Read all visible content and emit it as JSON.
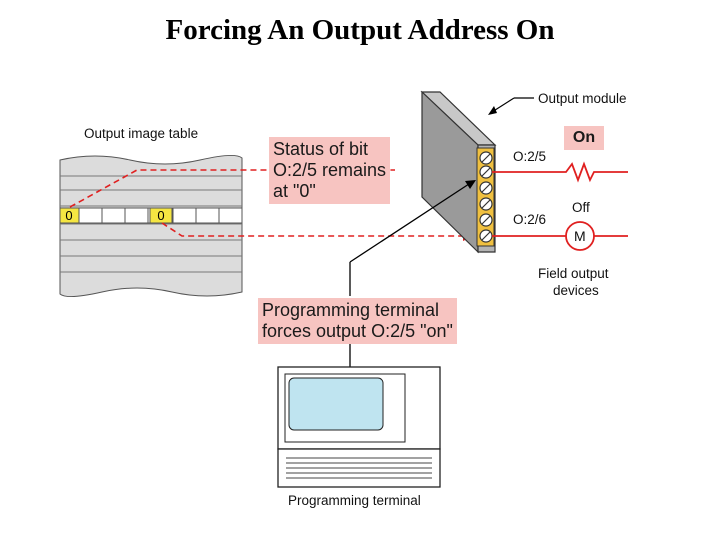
{
  "title": "Forcing An Output Address On",
  "labels": {
    "output_image_table": "Output image table",
    "output_module": "Output module",
    "address_1": "O:2/5",
    "address_2": "O:2/6",
    "state_on": "On",
    "state_off": "Off",
    "motor_symbol": "M",
    "field_devices_line1": "Field output",
    "field_devices_line2": "devices",
    "programming_terminal": "Programming terminal"
  },
  "image_table_bits": [
    "0",
    "0"
  ],
  "callouts": {
    "status_line1": "Status of bit",
    "status_line2": "O:2/5 remains",
    "status_line3": "at \"0\"",
    "terminal_line1": "Programming terminal",
    "terminal_line2": "forces output O:2/5 \"on\""
  },
  "colors": {
    "callout_bg": "#f7c4c1",
    "bit_highlight": "#f5e642",
    "signal_red": "#e02020",
    "module_gray": "#9a9a9a"
  }
}
